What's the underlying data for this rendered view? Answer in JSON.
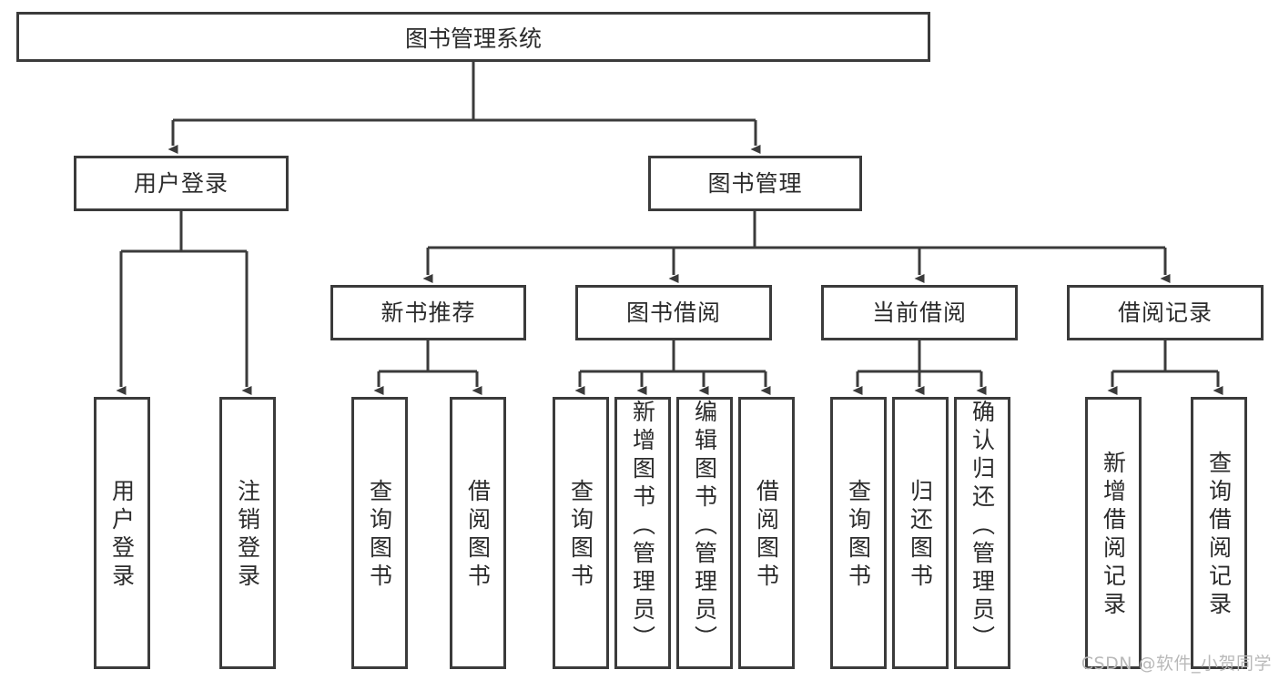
{
  "diagram": {
    "title": "图书管理系统",
    "type": "tree-hierarchy",
    "colors": {
      "border": "#3b3b3b",
      "background": "#ffffff",
      "text": "#2b2b2b",
      "watermark": "#b9b9b9"
    },
    "root": {
      "label": "图书管理系统"
    },
    "level2": [
      {
        "label": "用户登录"
      },
      {
        "label": "图书管理"
      }
    ],
    "level3": [
      {
        "label": "新书推荐"
      },
      {
        "label": "图书借阅"
      },
      {
        "label": "当前借阅"
      },
      {
        "label": "借阅记录"
      }
    ],
    "leaves": {
      "user_login": [
        {
          "label": "用户登录"
        },
        {
          "label": "注销登录"
        }
      ],
      "new_book_recommend": [
        {
          "label": "查询图书"
        },
        {
          "label": "借阅图书"
        }
      ],
      "book_borrow": [
        {
          "label": "查询图书"
        },
        {
          "label": "新增图书（管理员）"
        },
        {
          "label": "编辑图书（管理员）"
        },
        {
          "label": "借阅图书"
        }
      ],
      "current_borrow": [
        {
          "label": "查询图书"
        },
        {
          "label": "归还图书"
        },
        {
          "label": "确认归还（管理员）"
        }
      ],
      "borrow_record": [
        {
          "label": "新增借阅记录"
        },
        {
          "label": "查询借阅记录"
        }
      ]
    },
    "watermark": "CSDN @软件_小贺同学"
  }
}
